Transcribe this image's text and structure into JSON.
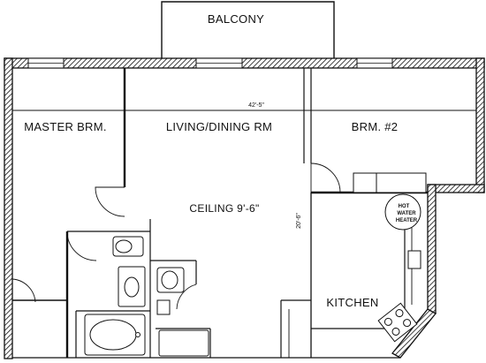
{
  "labels": {
    "balcony": "BALCONY",
    "master": "MASTER BRM.",
    "living": "LIVING/DINING RM",
    "brm2": "BRM. #2",
    "ceiling": "CEILING 9'-6\"",
    "kitchen": "KITCHEN",
    "dim_width": "42'-5\"",
    "dim_depth": "20'-6\"",
    "water_heater": [
      "HOT",
      "WATER",
      "HEATER"
    ]
  }
}
